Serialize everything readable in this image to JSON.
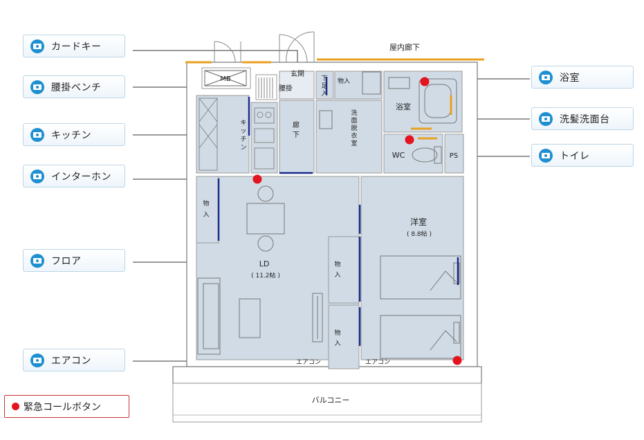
{
  "buttons_left": [
    {
      "key": "card",
      "label": "カードキー"
    },
    {
      "key": "bench",
      "label": "腰掛ベンチ"
    },
    {
      "key": "kitchen",
      "label": "キッチン"
    },
    {
      "key": "intercom",
      "label": "インターホン"
    },
    {
      "key": "floor",
      "label": "フロア"
    },
    {
      "key": "aircon",
      "label": "エアコン"
    }
  ],
  "buttons_right": [
    {
      "key": "bath",
      "label": "浴室"
    },
    {
      "key": "washbasin",
      "label": "洗髪洗面台"
    },
    {
      "key": "toilet",
      "label": "トイレ"
    }
  ],
  "legend": {
    "label": "緊急コールボタン",
    "color": "#e3141d"
  },
  "plan_labels": {
    "corridor_indoor": "屋内廊下",
    "mb": "MB",
    "entrance": "玄関",
    "bench": "腰掛",
    "shoe_1": "下",
    "shoe_2": "足",
    "shoe_3": "入",
    "storage": "物入",
    "bath": "浴室",
    "wash_1": "洗",
    "wash_2": "面",
    "wash_3": "脱",
    "wash_4": "衣",
    "wash_5": "室",
    "hall_1": "廊",
    "hall_2": "下",
    "kitchen_1": "キ",
    "kitchen_2": "ッ",
    "kitchen_3": "チ",
    "kitchen_4": "ン",
    "wc": "WC",
    "ps": "PS",
    "closet_1": "物",
    "closet_2": "入",
    "ld": "LD",
    "ld_size": "( 11.2帖 )",
    "western": "洋室",
    "western_size": "( 8.8帖 )",
    "aircon": "エアコン",
    "balcony": "バルコニー"
  },
  "colors": {
    "room_fill": "#d0dbe6",
    "wall": "#777777",
    "door_blue": "#1a2a8a",
    "accent_orange": "#e8a020",
    "button_icon": "#1e8fd0"
  }
}
